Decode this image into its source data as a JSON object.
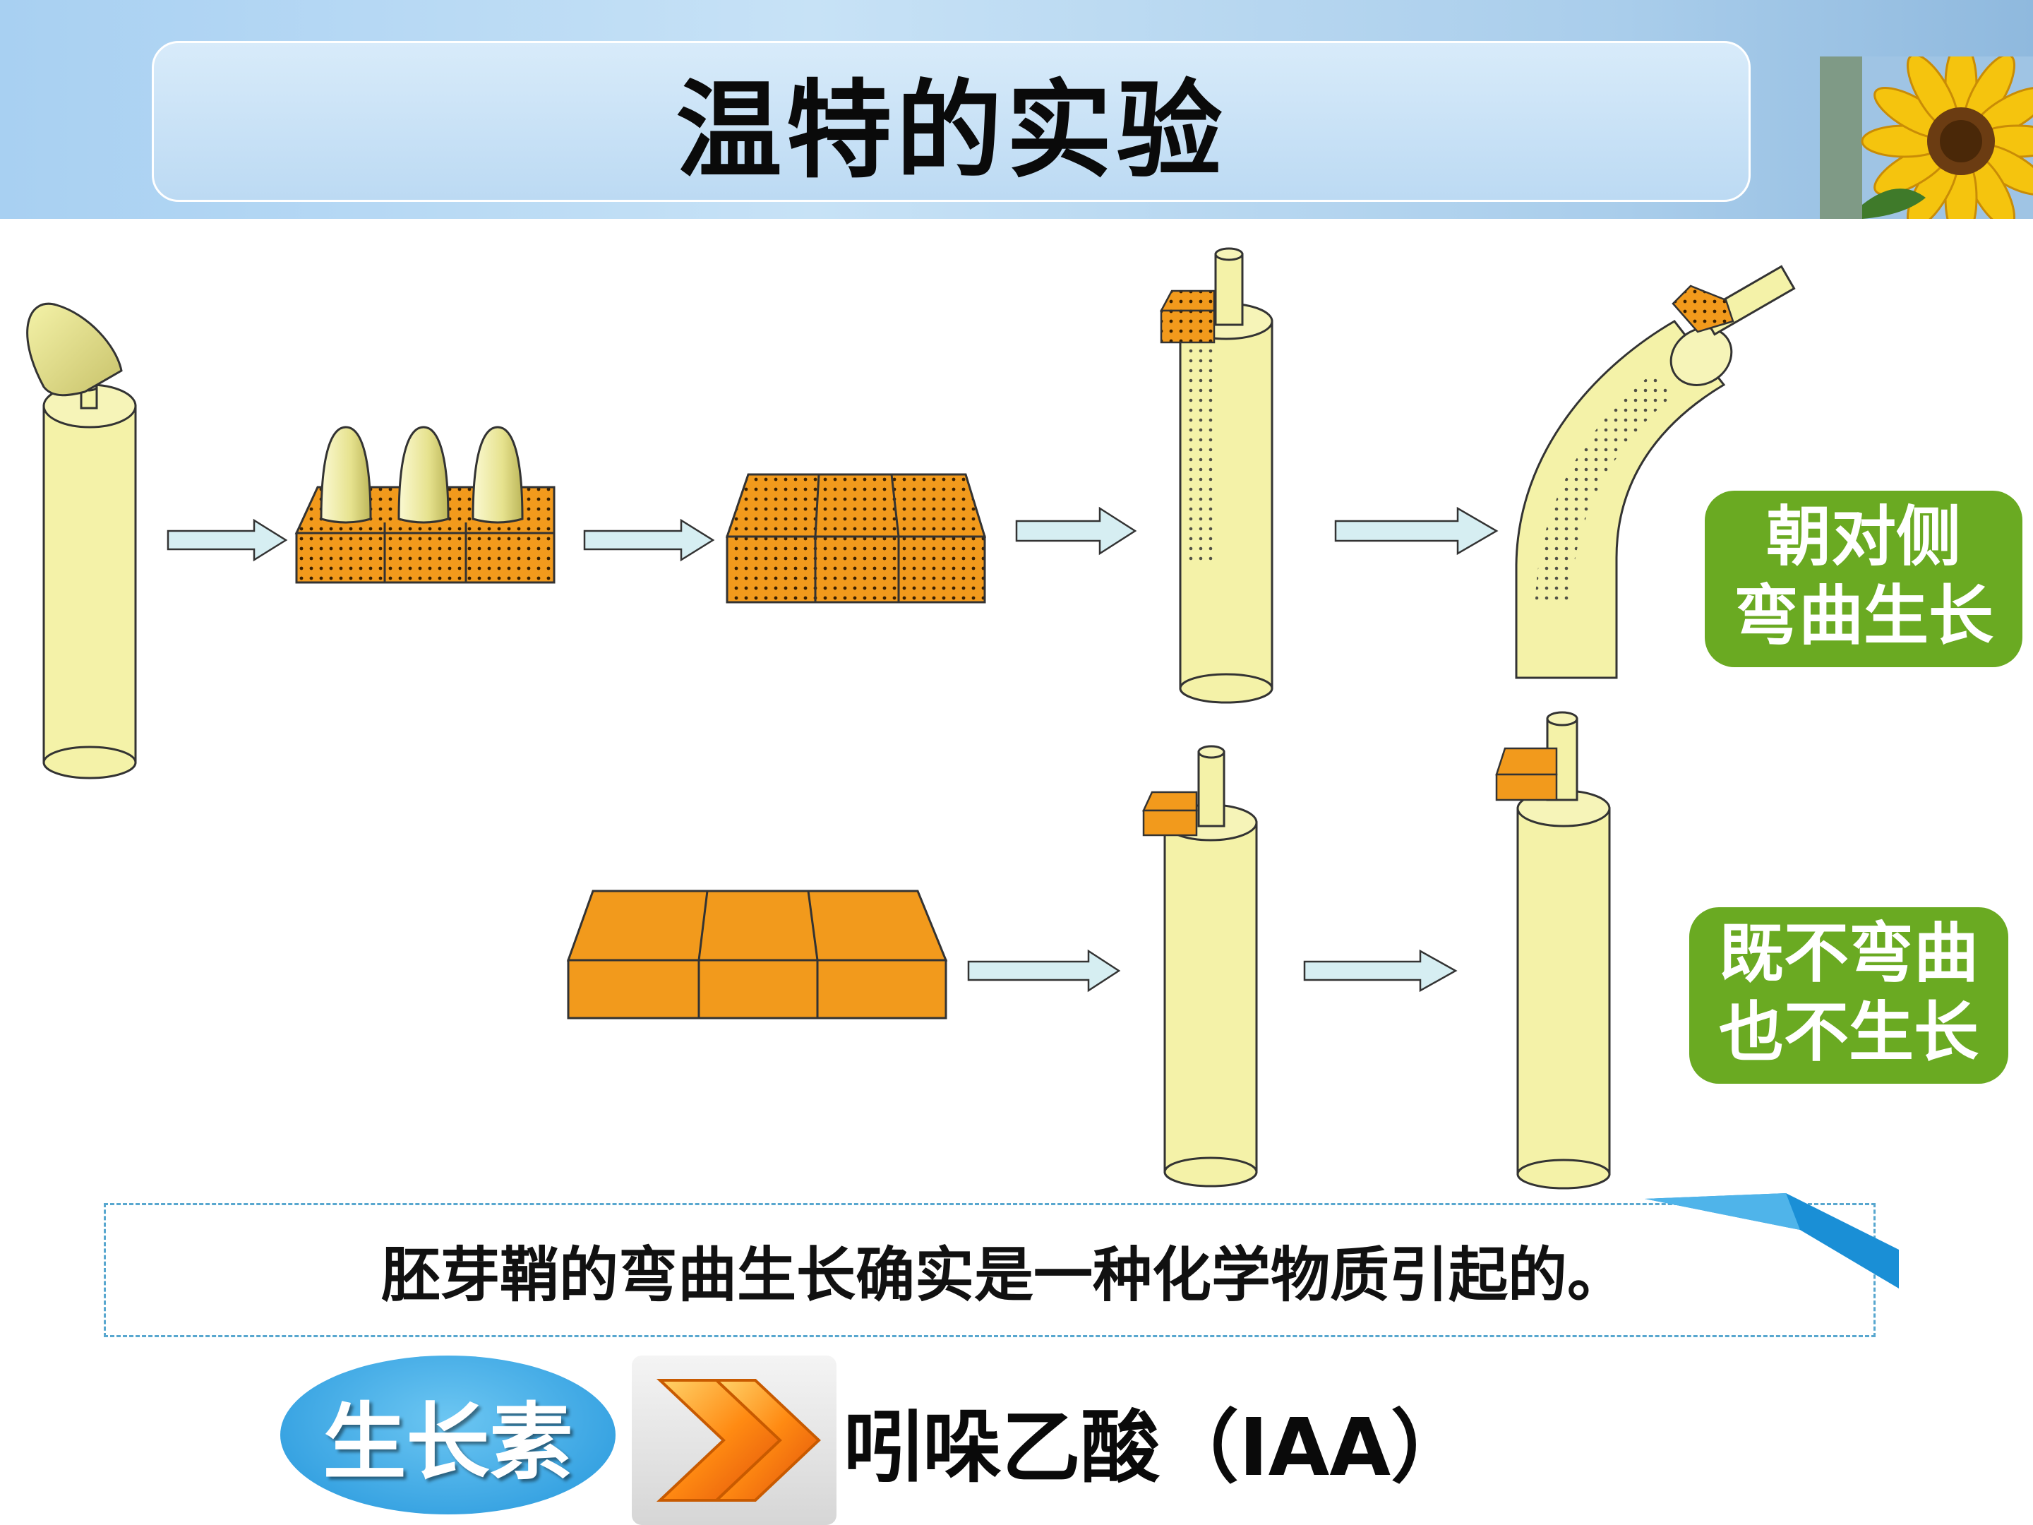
{
  "title": "温特的实验",
  "results": {
    "top": [
      "朝对侧",
      "弯曲生长"
    ],
    "bottom": [
      "既不弯曲",
      "也不生长"
    ]
  },
  "conclusion": "胚芽鞘的弯曲生长确实是一种化学物质引起的。",
  "term": "生长素",
  "definition": "吲哚乙酸（IAA）",
  "colors": {
    "stem": "#f4f2a8",
    "agar": "#f29a1c",
    "badge": "#6aaa22",
    "arrow": "#d6eef2",
    "oval": "#2e9fe0"
  },
  "icons": [
    "sunflower-icon",
    "right-arrow-icon",
    "chevron-icon"
  ]
}
